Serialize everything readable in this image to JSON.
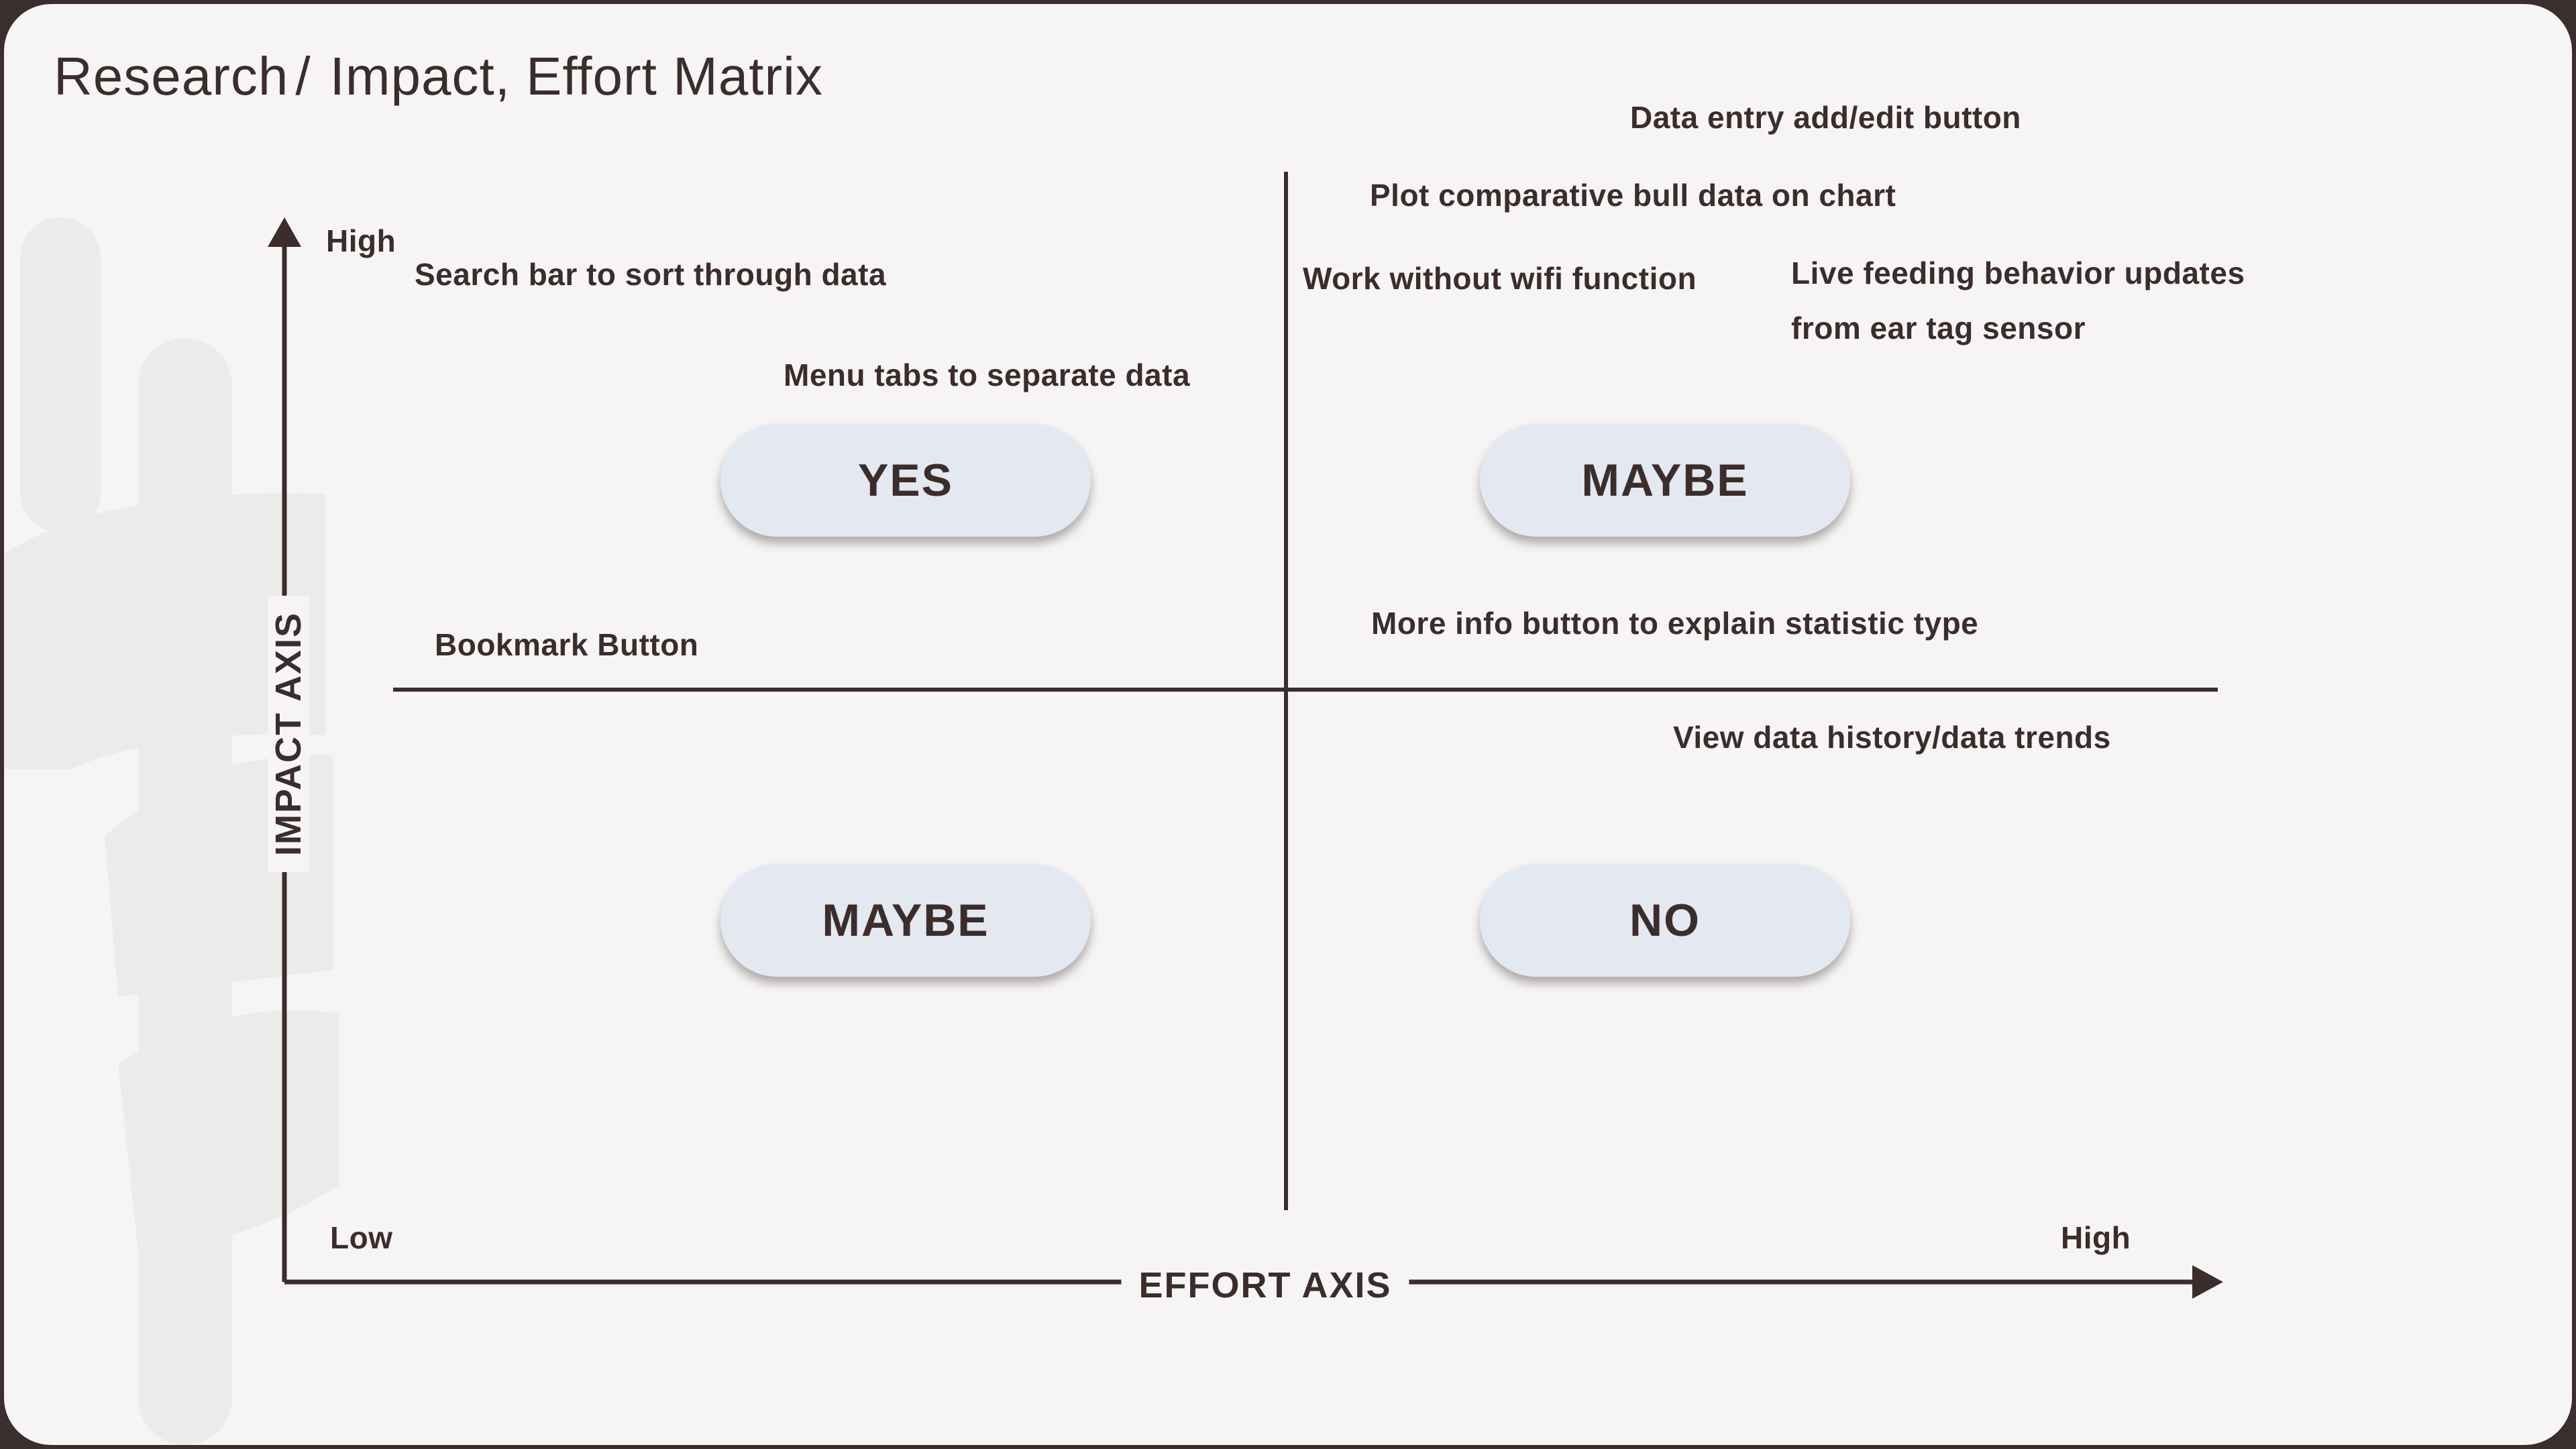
{
  "header": {
    "breadcrumb_parent": "Research",
    "breadcrumb_separator": "/",
    "title": "Impact, Effort Matrix"
  },
  "axes": {
    "y_label": "IMPACT AXIS",
    "y_high": "High",
    "x_label": "EFFORT AXIS",
    "x_low": "Low",
    "x_high": "High"
  },
  "quadrants": {
    "top_left": "YES",
    "top_right": "MAYBE",
    "bottom_left": "MAYBE",
    "bottom_right": "NO"
  },
  "items": {
    "search_bar": "Search bar to sort through data",
    "menu_tabs": "Menu tabs to separate data",
    "bookmark": "Bookmark Button",
    "data_entry": "Data entry add/edit button",
    "plot_comparative": "Plot comparative bull data on chart",
    "work_offline": "Work without wifi function",
    "live_feeding_line1": "Live feeding behavior updates",
    "live_feeding_line2": "from ear tag sensor",
    "more_info": "More info button to explain statistic type",
    "data_history": "View data history/data trends"
  },
  "colors": {
    "ink": "#3b2d2c",
    "background": "#f6f4f4",
    "frame": "#3a2f2e",
    "pill_fill": "#e4e8f0",
    "decoration": "#edebea"
  }
}
